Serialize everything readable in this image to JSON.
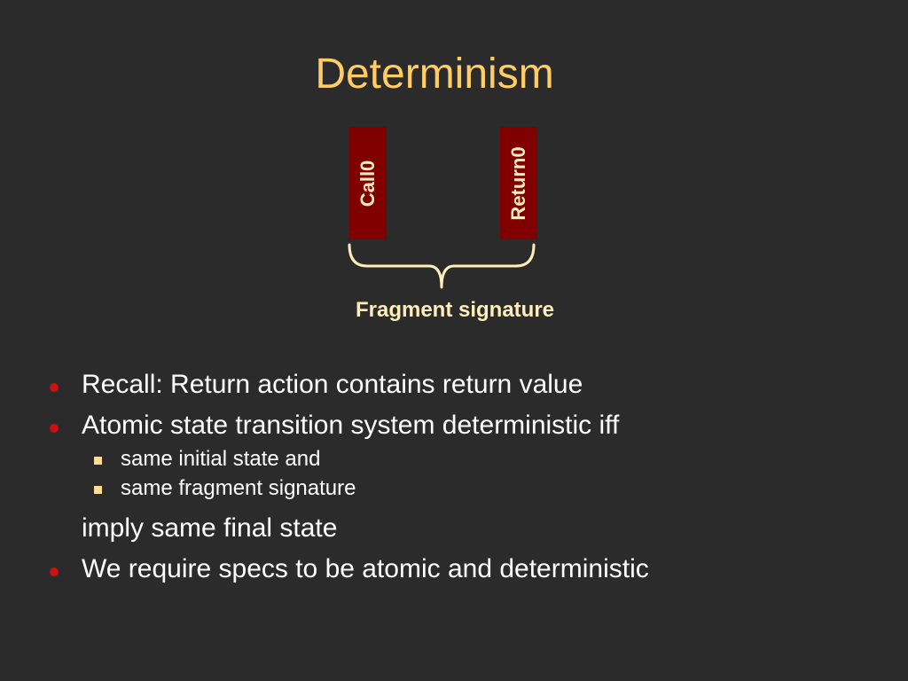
{
  "slide": {
    "title": "Determinism",
    "diagram": {
      "call_label": "Call0",
      "return_label": "Return0",
      "brace_caption": "Fragment signature"
    },
    "bullets": [
      "Recall: Return action contains return value",
      "Atomic state transition system deterministic iff",
      "We require specs to be atomic and deterministic"
    ],
    "sub_bullets": [
      "same initial state and",
      "same fragment signature"
    ],
    "continuation": "imply same final state"
  },
  "colors": {
    "background": "#2b2b2b",
    "title": "#ffcc66",
    "box_fill": "#800000",
    "box_text": "#ffeebb",
    "body_text": "#ffffff",
    "bullet_dot": "#cc1111",
    "sub_bullet": "#ffdd99"
  }
}
